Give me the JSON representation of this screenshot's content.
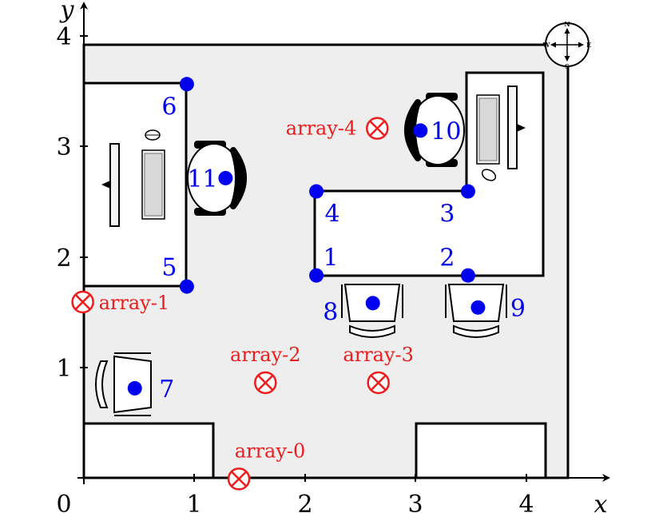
{
  "axes": {
    "x_label": "x",
    "y_label": "y",
    "x_ticks": [
      "0",
      "1",
      "2",
      "3",
      "4"
    ],
    "y_ticks": [
      "1",
      "2",
      "3",
      "4"
    ]
  },
  "compass": {
    "n": "N",
    "s": "S",
    "e": "E",
    "w": "W"
  },
  "points": [
    {
      "label": "1",
      "x": 2.1,
      "y": 1.83
    },
    {
      "label": "2",
      "x": 3.47,
      "y": 1.83
    },
    {
      "label": "3",
      "x": 3.47,
      "y": 2.59
    },
    {
      "label": "4",
      "x": 2.1,
      "y": 2.59
    },
    {
      "label": "5",
      "x": 0.93,
      "y": 1.73
    },
    {
      "label": "6",
      "x": 0.93,
      "y": 3.56
    },
    {
      "label": "7",
      "x": 0.46,
      "y": 0.81
    },
    {
      "label": "8",
      "x": 2.61,
      "y": 1.58
    },
    {
      "label": "9",
      "x": 3.56,
      "y": 1.54
    },
    {
      "label": "10",
      "x": 3.04,
      "y": 3.14
    },
    {
      "label": "11",
      "x": 1.28,
      "y": 2.71
    }
  ],
  "arrays": [
    {
      "label": "array-0",
      "x": 1.4,
      "y": -0.01
    },
    {
      "label": "array-1",
      "x": -0.01,
      "y": 1.59
    },
    {
      "label": "array-2",
      "x": 1.64,
      "y": 0.86
    },
    {
      "label": "array-3",
      "x": 2.66,
      "y": 0.86
    },
    {
      "label": "array-4",
      "x": 2.65,
      "y": 3.16
    }
  ],
  "colors": {
    "point": "#0000ee",
    "array": "#ee1c1c",
    "floor": "#eeeeee"
  }
}
